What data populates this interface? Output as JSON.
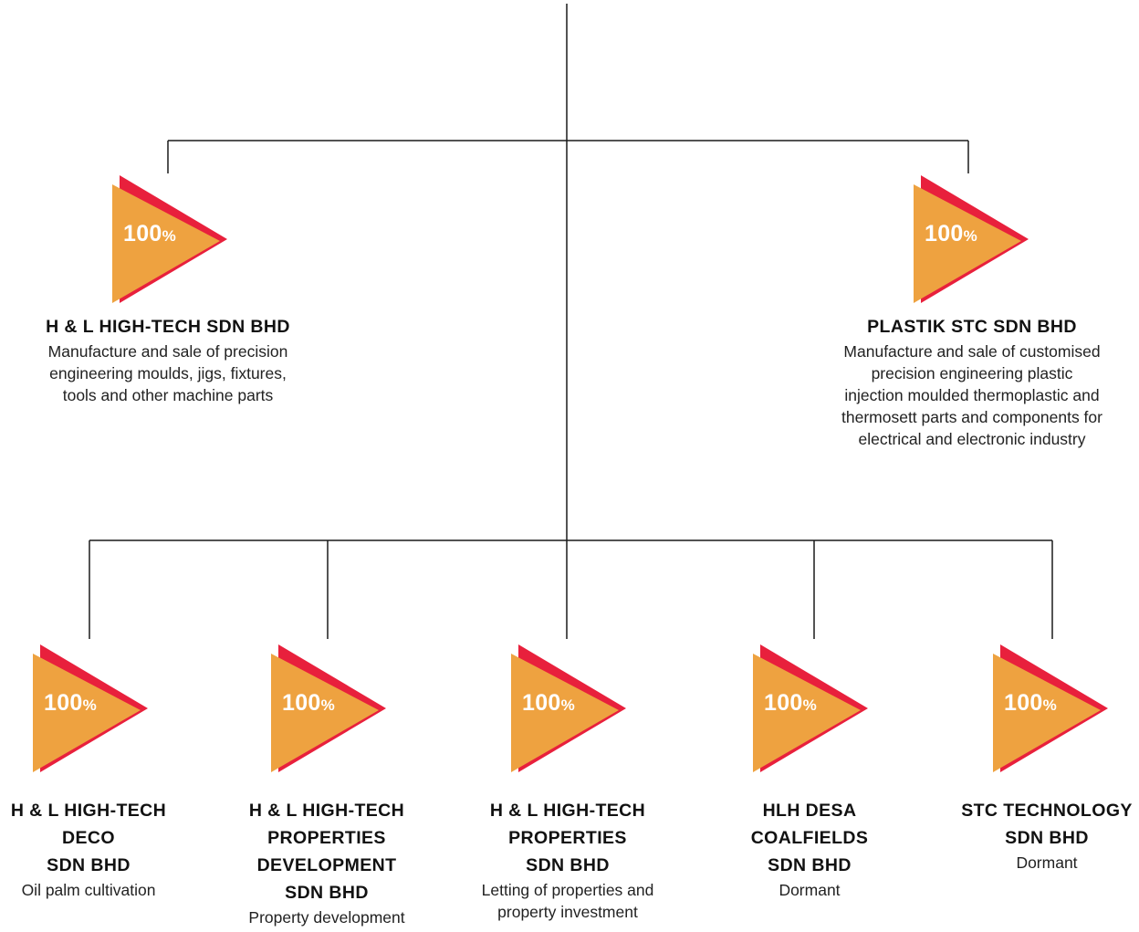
{
  "colors": {
    "badge_fill": "#EEA240",
    "badge_accent": "#E8203C",
    "connector": "#1a1a1a"
  },
  "subsidiaries": [
    {
      "percent": "100",
      "percent_symbol": "%",
      "name_lines": [
        "H & L HIGH-TECH SDN BHD"
      ],
      "description_lines": [
        "Manufacture and sale of precision",
        "engineering moulds, jigs, fixtures,",
        "tools and other machine parts"
      ]
    },
    {
      "percent": "100",
      "percent_symbol": "%",
      "name_lines": [
        "PLASTIK STC SDN BHD"
      ],
      "description_lines": [
        "Manufacture and sale of customised",
        "precision engineering plastic",
        "injection moulded thermoplastic and",
        "thermosett parts and components for",
        "electrical and electronic industry"
      ]
    },
    {
      "percent": "100",
      "percent_symbol": "%",
      "name_lines": [
        "H & L HIGH-TECH",
        "DECO",
        "SDN BHD"
      ],
      "description_lines": [
        "Oil palm cultivation"
      ]
    },
    {
      "percent": "100",
      "percent_symbol": "%",
      "name_lines": [
        "H & L HIGH-TECH",
        "PROPERTIES",
        "DEVELOPMENT",
        "SDN BHD"
      ],
      "description_lines": [
        "Property development"
      ]
    },
    {
      "percent": "100",
      "percent_symbol": "%",
      "name_lines": [
        "H & L HIGH-TECH",
        "PROPERTIES",
        "SDN BHD"
      ],
      "description_lines": [
        "Letting of properties and",
        "property investment"
      ]
    },
    {
      "percent": "100",
      "percent_symbol": "%",
      "name_lines": [
        "HLH DESA",
        "COALFIELDS",
        "SDN BHD"
      ],
      "description_lines": [
        "Dormant"
      ]
    },
    {
      "percent": "100",
      "percent_symbol": "%",
      "name_lines": [
        "STC TECHNOLOGY",
        "SDN BHD"
      ],
      "description_lines": [
        "Dormant"
      ]
    }
  ]
}
